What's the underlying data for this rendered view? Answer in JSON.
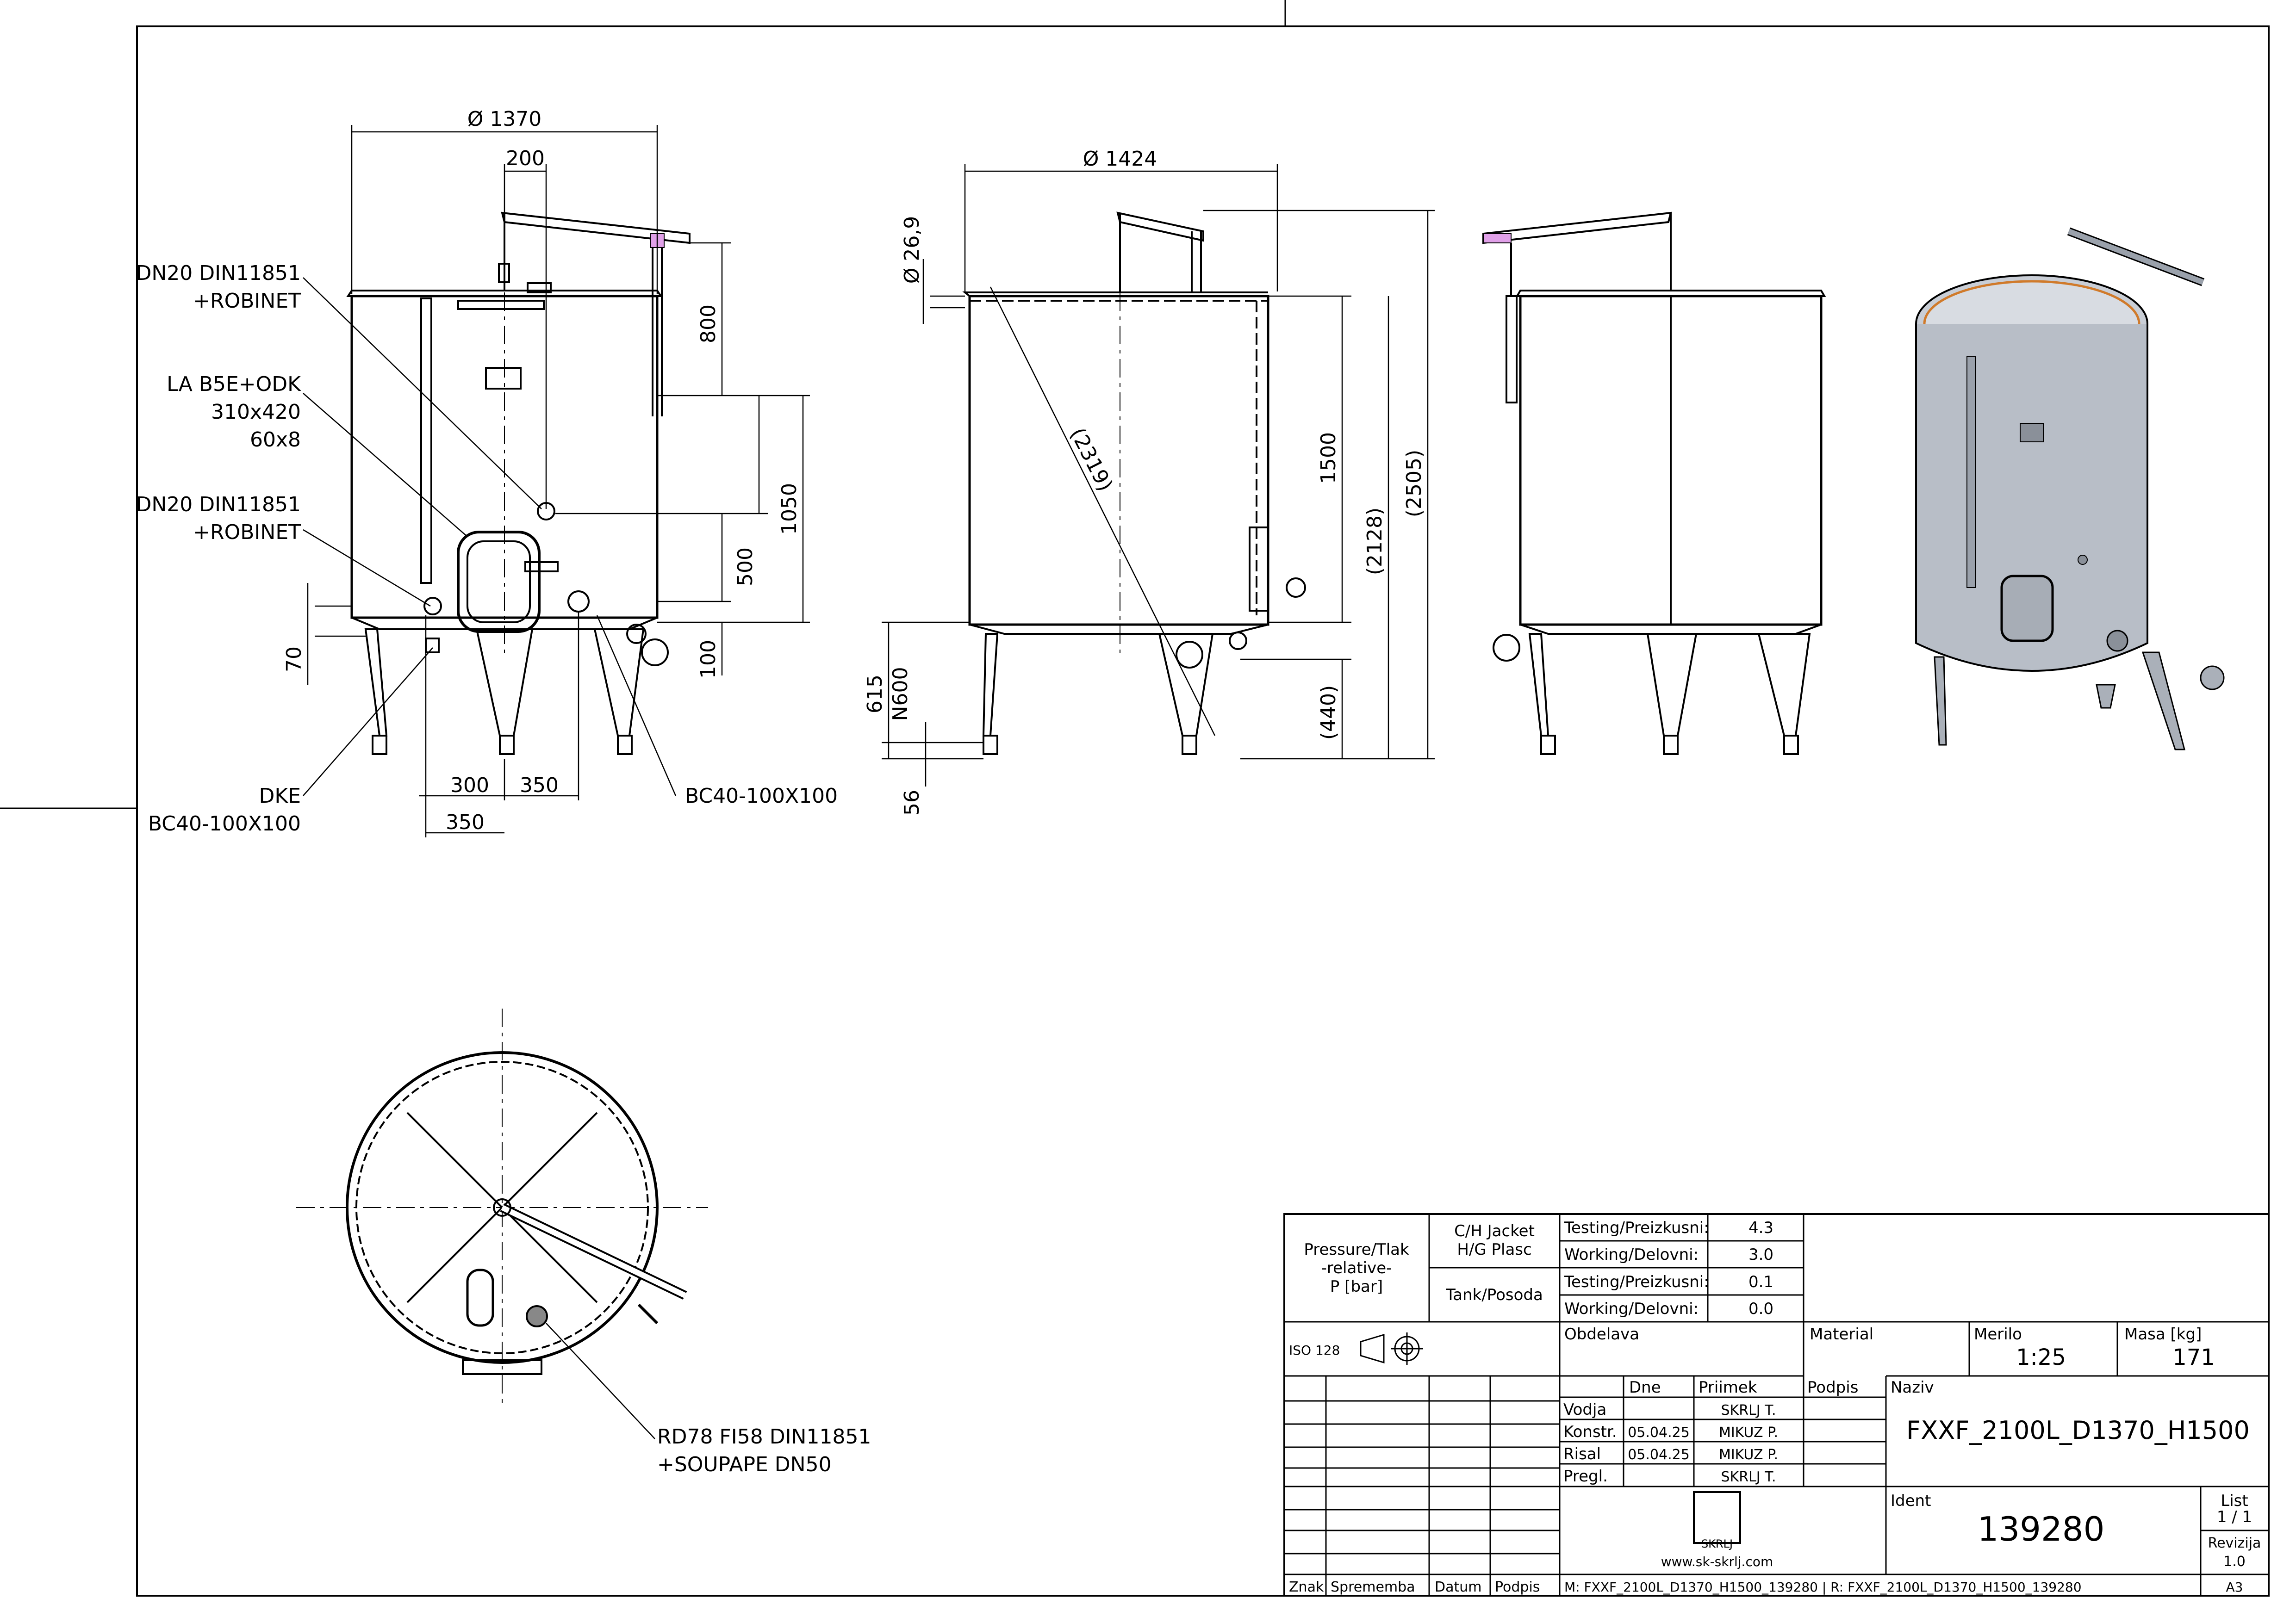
{
  "front_view": {
    "dim_diameter": "Ø 1370",
    "dim_200": "200",
    "dim_800": "800",
    "dim_1050": "1050",
    "dim_500": "500",
    "dim_100": "100",
    "dim_70": "70",
    "dim_300": "300",
    "dim_350a": "350",
    "dim_350b": "350",
    "callouts": {
      "c1_line1": "DN20 DIN11851",
      "c1_line2": "+ROBINET",
      "c2_line1": "LA B5E+ODK",
      "c2_line2": "310x420",
      "c2_line3": "60x8",
      "c3_line1": "DN20 DIN11851",
      "c3_line2": "+ROBINET",
      "c4_line1": "DKE",
      "c4_line2": "BC40-100X100",
      "c5": "BC40-100X100"
    }
  },
  "section_view": {
    "dim_diameter": "Ø 1424",
    "dim_269": "Ø 26,9",
    "dim_diag": "(2319)",
    "dim_1500": "1500",
    "dim_2128": "(2128)",
    "dim_2505": "(2505)",
    "dim_440": "(440)",
    "dim_615": "615",
    "dim_n600": "N600",
    "dim_56": "56"
  },
  "top_view": {
    "callout_line1": "RD78 FI58 DIN11851",
    "callout_line2": "+SOUPAPE DN50"
  },
  "title_block": {
    "pressure_label_1": "Pressure/Tlak",
    "pressure_label_2": "-relative-",
    "pressure_label_3": "P [bar]",
    "jacket_1": "C/H Jacket",
    "jacket_2": "H/G Plasc",
    "tank": "Tank/Posoda",
    "testing1": "Testing/Preizkusni:",
    "testing1_val": "4.3",
    "working1": "Working/Delovni:",
    "working1_val": "3.0",
    "testing2": "Testing/Preizkusni:",
    "testing2_val": "0.1",
    "working2": "Working/Delovni:",
    "working2_val": "0.0",
    "iso": "ISO 128",
    "obdelava": "Obdelava",
    "material": "Material",
    "merilo": "Merilo",
    "merilo_val": "1:25",
    "masa": "Masa [kg]",
    "masa_val": "171",
    "dne": "Dne",
    "priimek": "Priimek",
    "podpis": "Podpis",
    "naziv": "Naziv",
    "vodja": "Vodja",
    "vodja_name": "SKRLJ T.",
    "konstr": "Konstr.",
    "konstr_date": "05.04.25",
    "konstr_name": "MIKUZ P.",
    "risal": "Risal",
    "risal_date": "05.04.25",
    "risal_name": "MIKUZ P.",
    "pregl": "Pregl.",
    "pregl_name": "SKRLJ T.",
    "naziv_val": "FXXF_2100L_D1370_H1500",
    "ident": "Ident",
    "ident_val": "139280",
    "list": "List",
    "list_val": "1 / 1",
    "revizija": "Revizija",
    "revizija_val": "1.0",
    "logo_text": "SKRLJ",
    "website": "www.sk-skrlj.com",
    "znak": "Znak",
    "sprememba": "Sprememba",
    "datum": "Datum",
    "podpis2": "Podpis",
    "model_path": "M: FXXF_2100L_D1370_H1500_139280 | R: FXXF_2100L_D1370_H1500_139280",
    "sheet_size": "A3"
  }
}
